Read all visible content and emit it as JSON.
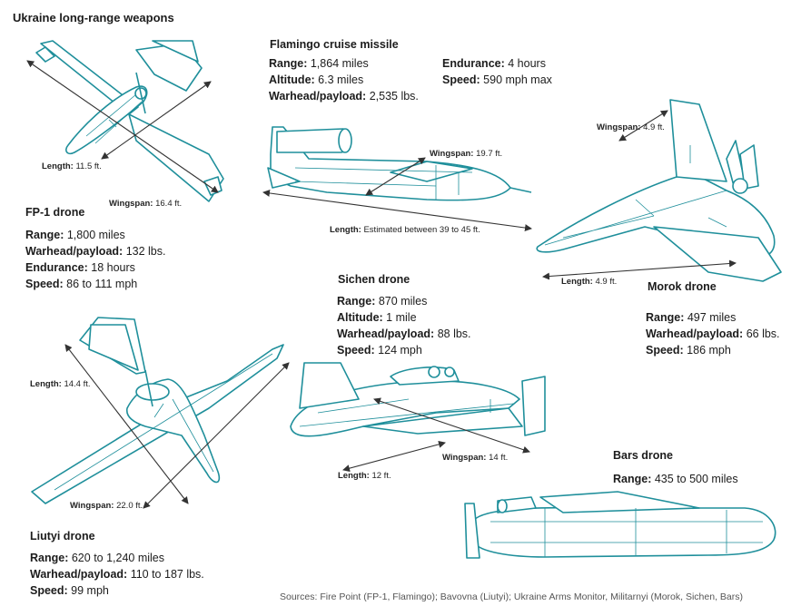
{
  "title": "Ukraine long-range weapons",
  "source": "Sources: Fire Point (FP-1, Flamingo); Bavovna (Liutyi); Ukraine Arms Monitor, Militarnyi (Morok, Sichen, Bars)",
  "colors": {
    "drone_line": "#1f8f9b",
    "arrow": "#333333",
    "text": "#1c1c1c"
  },
  "fp1": {
    "name": "FP-1 drone",
    "length_label": "Length:",
    "length_value": "11.5 ft.",
    "wingspan_label": "Wingspan:",
    "wingspan_value": "16.4 ft.",
    "specs": [
      {
        "label": "Range:",
        "value": "1,800 miles"
      },
      {
        "label": "Warhead/payload:",
        "value": "132 lbs."
      },
      {
        "label": "Endurance:",
        "value": "18 hours"
      },
      {
        "label": "Speed:",
        "value": "86 to 111 mph"
      }
    ]
  },
  "flamingo": {
    "name": "Flamingo cruise missile",
    "specs_left": [
      {
        "label": "Range:",
        "value": "1,864 miles"
      },
      {
        "label": "Altitude:",
        "value": "6.3 miles"
      },
      {
        "label": "Warhead/payload:",
        "value": "2,535 lbs."
      }
    ],
    "specs_right": [
      {
        "label": "Endurance:",
        "value": "4 hours"
      },
      {
        "label": "Speed:",
        "value": "590 mph max"
      }
    ],
    "wingspan_label": "Wingspan:",
    "wingspan_value": "19.7 ft.",
    "length_label": "Length:",
    "length_value": "Estimated between 39 to 45 ft."
  },
  "morok": {
    "name": "Morok drone",
    "wingspan_label": "Wingspan:",
    "wingspan_value": "4.9 ft.",
    "length_label": "Length:",
    "length_value": "4.9 ft.",
    "specs": [
      {
        "label": "Range:",
        "value": "497 miles"
      },
      {
        "label": "Warhead/payload:",
        "value": "66 lbs."
      },
      {
        "label": "Speed:",
        "value": "186 mph"
      }
    ]
  },
  "sichen": {
    "name": "Sichen drone",
    "specs": [
      {
        "label": "Range:",
        "value": "870 miles"
      },
      {
        "label": "Altitude:",
        "value": "1 mile"
      },
      {
        "label": "Warhead/payload:",
        "value": "88 lbs."
      },
      {
        "label": "Speed:",
        "value": "124 mph"
      }
    ],
    "wingspan_label": "Wingspan:",
    "wingspan_value": "14 ft.",
    "length_label": "Length:",
    "length_value": "12 ft."
  },
  "liutyi": {
    "name": "Liutyi drone",
    "length_label": "Length:",
    "length_value": "14.4 ft.",
    "wingspan_label": "Wingspan:",
    "wingspan_value": "22.0 ft.",
    "specs": [
      {
        "label": "Range:",
        "value": "620 to 1,240 miles"
      },
      {
        "label": "Warhead/payload:",
        "value": "110 to 187 lbs."
      },
      {
        "label": "Speed:",
        "value": "99 mph"
      }
    ]
  },
  "bars": {
    "name": "Bars drone",
    "specs": [
      {
        "label": "Range:",
        "value": "435 to 500 miles"
      }
    ]
  }
}
